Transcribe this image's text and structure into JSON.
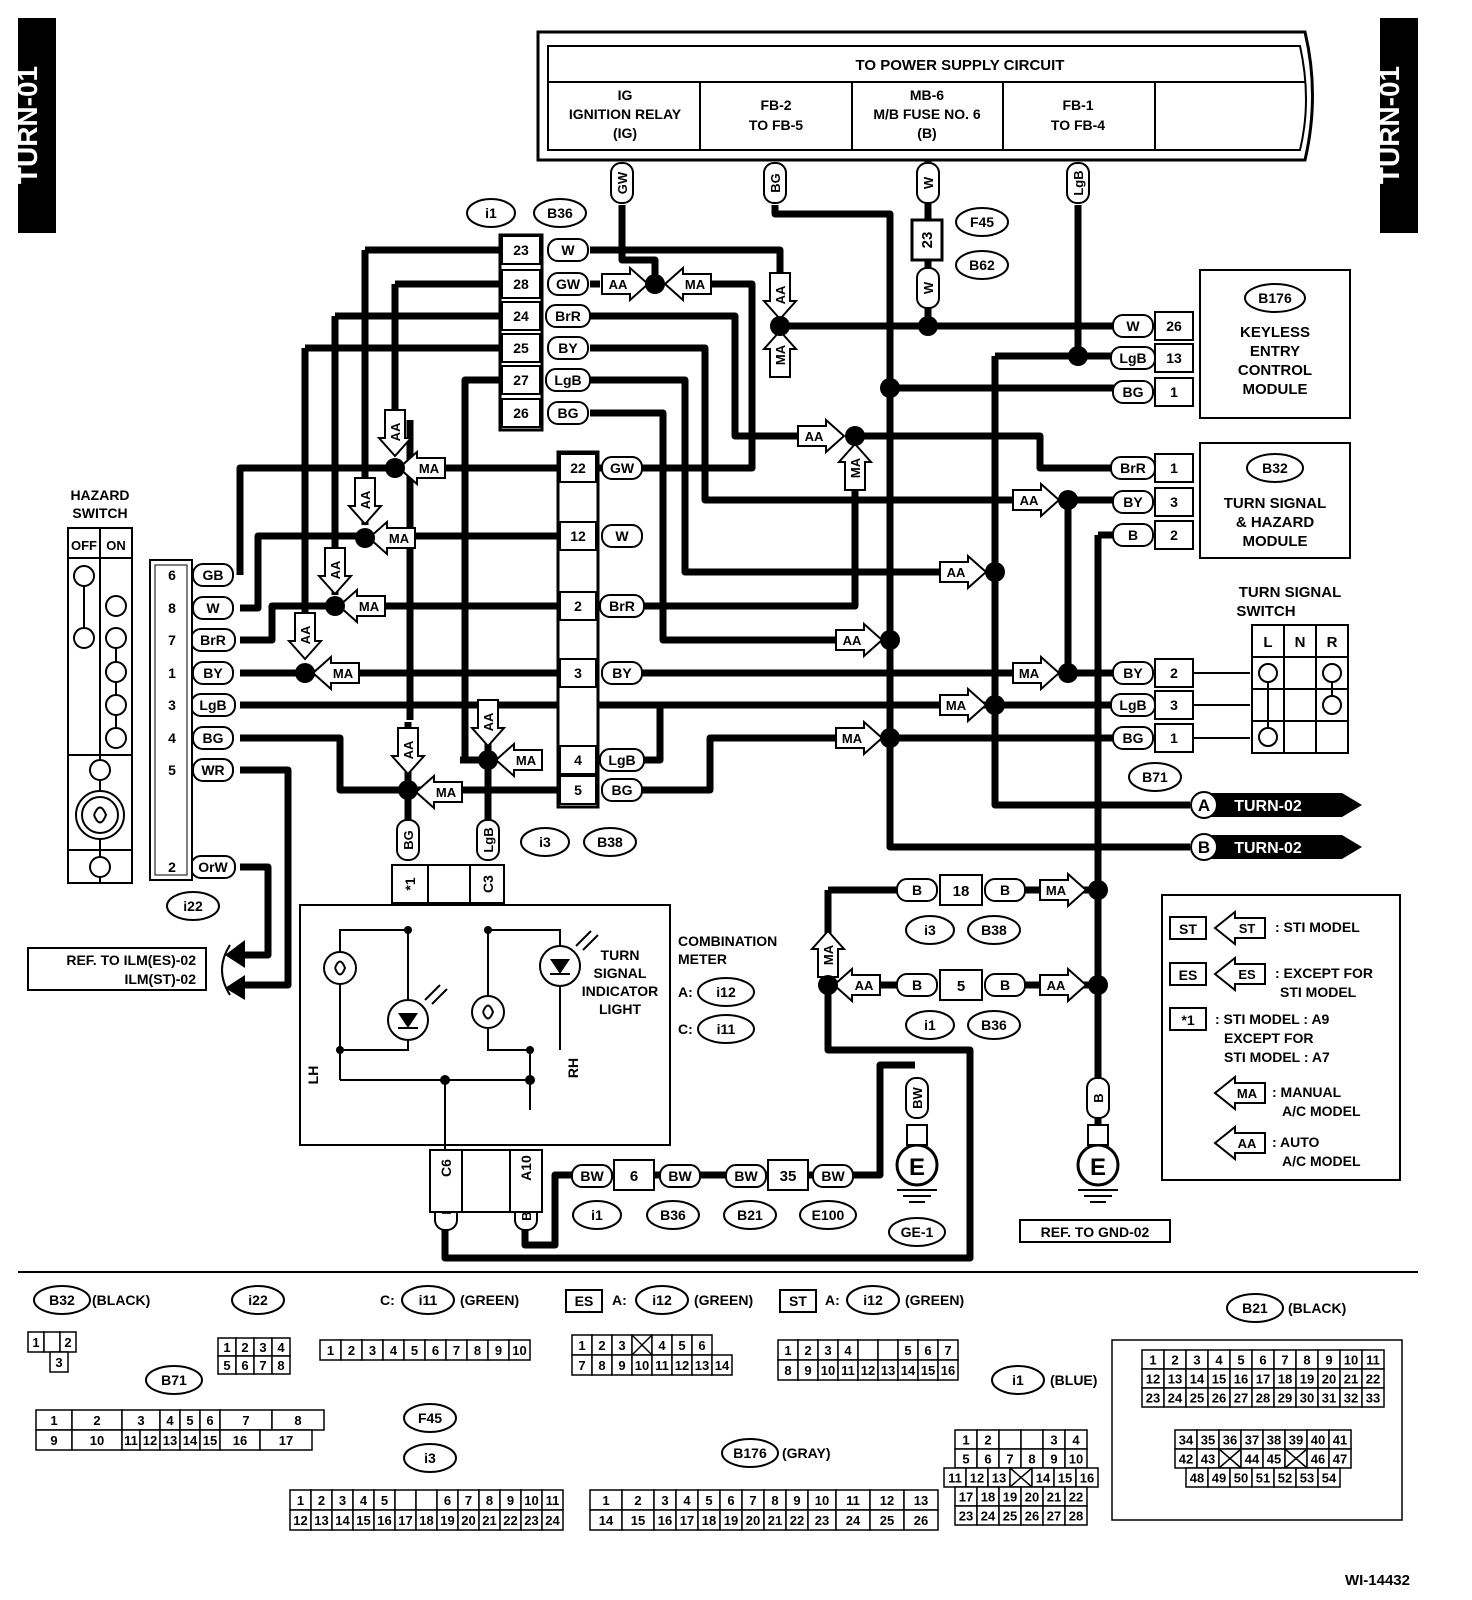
{
  "side_tab": "TURN-01",
  "figure_id": "WI-14432",
  "power": {
    "title": "TO POWER SUPPLY CIRCUIT",
    "cols": [
      {
        "l1": "IG",
        "l2": "IGNITION RELAY",
        "l3": "(IG)"
      },
      {
        "l1": "FB-2",
        "l2": "TO FB-5",
        "l3": ""
      },
      {
        "l1": "MB-6",
        "l2": "M/B FUSE NO. 6",
        "l3": "(B)"
      },
      {
        "l1": "FB-1",
        "l2": "TO FB-4",
        "l3": ""
      }
    ],
    "wires": [
      "GW",
      "BG",
      "W",
      "LgB"
    ]
  },
  "connectors": {
    "i1": "i1",
    "B36": "B36",
    "i3": "i3",
    "B38": "B38",
    "F45": "F45",
    "B62": "B62",
    "i22": "i22",
    "B71": "B71",
    "i12": "i12",
    "i11": "i11",
    "B21": "B21",
    "E100": "E100",
    "GE1": "GE-1",
    "B176": "B176",
    "B32": "B32"
  },
  "pins_i1": [
    {
      "pin": "23",
      "wire": "W"
    },
    {
      "pin": "28",
      "wire": "GW"
    },
    {
      "pin": "24",
      "wire": "BrR"
    },
    {
      "pin": "25",
      "wire": "BY"
    },
    {
      "pin": "27",
      "wire": "LgB"
    },
    {
      "pin": "26",
      "wire": "BG"
    }
  ],
  "pins_i3": [
    {
      "pin": "22",
      "wire": "GW"
    },
    {
      "pin": "12",
      "wire": "W"
    },
    {
      "pin": "2",
      "wire": "BrR"
    },
    {
      "pin": "3",
      "wire": "BY"
    },
    {
      "pin": "4",
      "wire": "LgB"
    },
    {
      "pin": "5",
      "wire": "BG"
    }
  ],
  "fuse_pin": "23",
  "hazard": {
    "title1": "HAZARD",
    "title2": "SWITCH",
    "off": "OFF",
    "on": "ON",
    "pins": [
      {
        "pin": "6",
        "wire": "GB"
      },
      {
        "pin": "8",
        "wire": "W"
      },
      {
        "pin": "7",
        "wire": "BrR"
      },
      {
        "pin": "1",
        "wire": "BY"
      },
      {
        "pin": "3",
        "wire": "LgB"
      },
      {
        "pin": "4",
        "wire": "BG"
      },
      {
        "pin": "5",
        "wire": "WR"
      },
      {
        "pin": "2",
        "wire": "OrW"
      }
    ],
    "ref1": "REF. TO ILM(ES)-02",
    "ref2": "ILM(ST)-02"
  },
  "keyless": {
    "l1": "KEYLESS",
    "l2": "ENTRY",
    "l3": "CONTROL",
    "l4": "MODULE",
    "pins": [
      {
        "pin": "26",
        "wire": "W"
      },
      {
        "pin": "13",
        "wire": "LgB"
      },
      {
        "pin": "1",
        "wire": "BG"
      }
    ]
  },
  "turnmod": {
    "l1": "TURN SIGNAL",
    "l2": "& HAZARD",
    "l3": "MODULE",
    "pins": [
      {
        "pin": "1",
        "wire": "BrR"
      },
      {
        "pin": "3",
        "wire": "BY"
      },
      {
        "pin": "2",
        "wire": "B"
      }
    ]
  },
  "turnsw": {
    "l1": "TURN SIGNAL",
    "l2": "SWITCH",
    "L": "L",
    "N": "N",
    "R": "R",
    "pins": [
      {
        "pin": "2",
        "wire": "BY"
      },
      {
        "pin": "3",
        "wire": "LgB"
      },
      {
        "pin": "1",
        "wire": "BG"
      }
    ]
  },
  "turn02": "TURN-02",
  "letters": {
    "a": "A",
    "b": "B"
  },
  "meter": {
    "l1": "COMBINATION",
    "l2": "METER",
    "a": "A:",
    "c": "C:",
    "tl1": "TURN",
    "tl2": "SIGNAL",
    "tl3": "INDICATOR",
    "tl4": "LIGHT",
    "lh": "LH",
    "rh": "RH",
    "star1": "*1",
    "c3": "C3",
    "c6": "C6",
    "a10": "A10",
    "top_wires": [
      "BG",
      "LgB"
    ],
    "bot_wires": [
      "B",
      "BW"
    ]
  },
  "ground": {
    "pin6": "6",
    "pin35": "35",
    "bw": "BW",
    "e": "E",
    "b": "B",
    "ref": "REF. TO GND-02",
    "pin18": "18",
    "pin5": "5"
  },
  "badges": {
    "ma": "MA",
    "aa": "AA",
    "st": "ST",
    "es": "ES"
  },
  "legend": {
    "st": "ST",
    "st_t": ": STI MODEL",
    "es": "ES",
    "es_t1": ": EXCEPT FOR",
    "es_t2": "STI MODEL",
    "star": "*1",
    "star_t1": ": STI MODEL     : A9",
    "star_t2": "EXCEPT FOR",
    "star_t3": "STI MODEL     : A7",
    "ma": "MA",
    "ma_t1": ": MANUAL",
    "ma_t2": "A/C MODEL",
    "aa": "AA",
    "aa_t1": ": AUTO",
    "aa_t2": "A/C MODEL"
  },
  "views": {
    "b32": "B32",
    "b32_c": "(BLACK)",
    "i22": "i22",
    "c": "C:",
    "i11": "i11",
    "i11_c": "(GREEN)",
    "es": "ES",
    "a": "A:",
    "i12": "i12",
    "green": "(GREEN)",
    "st": "ST",
    "b21": "B21",
    "b21_c": "(BLACK)",
    "b71": "B71",
    "f45": "F45",
    "i3": "i3",
    "i1": "i1",
    "i1_c": "(BLUE)",
    "b176": "B176",
    "b176_c": "(GRAY)"
  }
}
